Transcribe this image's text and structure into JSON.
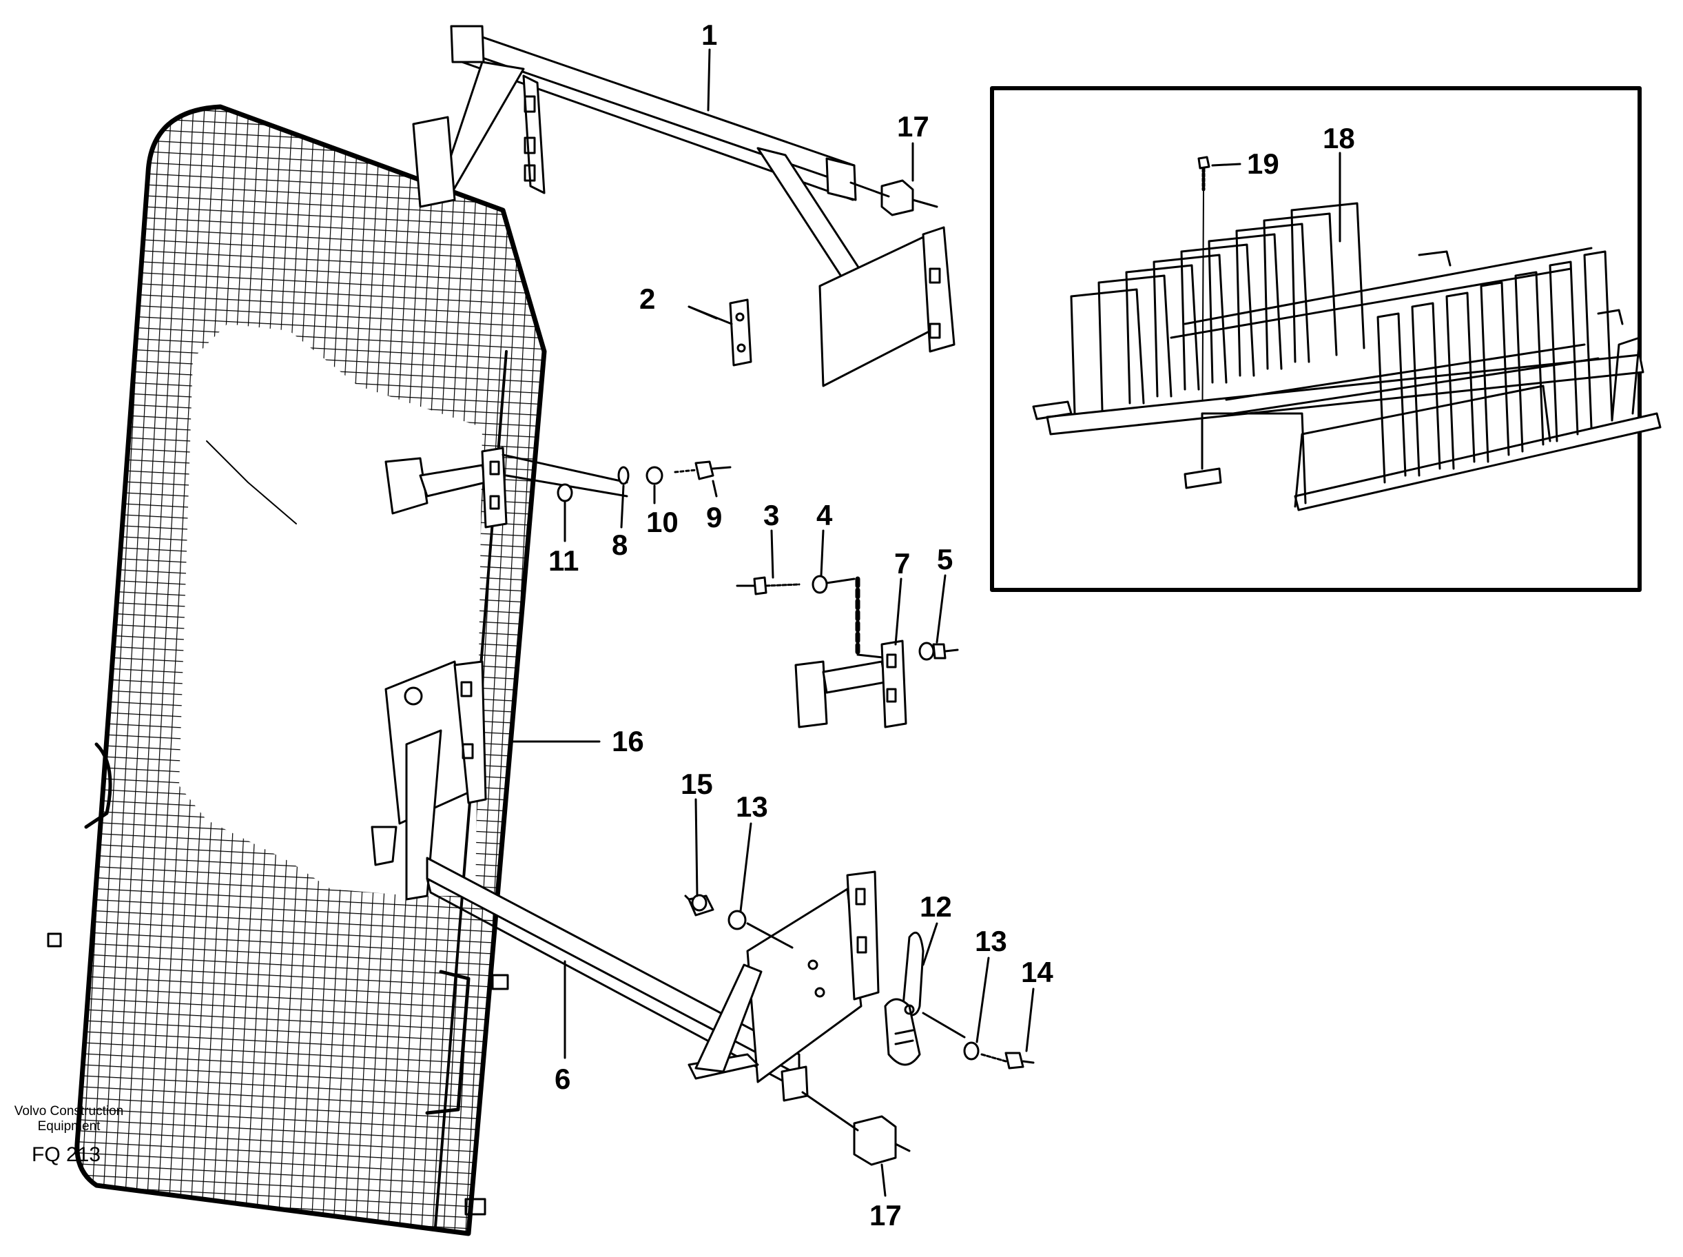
{
  "figure": {
    "publisher_line1": "Volvo Construction",
    "publisher_line2": "Equipment",
    "figure_code": "FQ 213"
  },
  "callouts": {
    "c1": "1",
    "c2": "2",
    "c3": "3",
    "c4": "4",
    "c5": "5",
    "c6": "6",
    "c7": "7",
    "c8": "8",
    "c9": "9",
    "c10": "10",
    "c11": "11",
    "c12": "12",
    "c13a": "13",
    "c13b": "13",
    "c14": "14",
    "c15": "15",
    "c16": "16",
    "c17a": "17",
    "c17b": "17",
    "c18": "18",
    "c19": "19"
  },
  "colors": {
    "ink": "#000000",
    "paper": "#ffffff"
  }
}
